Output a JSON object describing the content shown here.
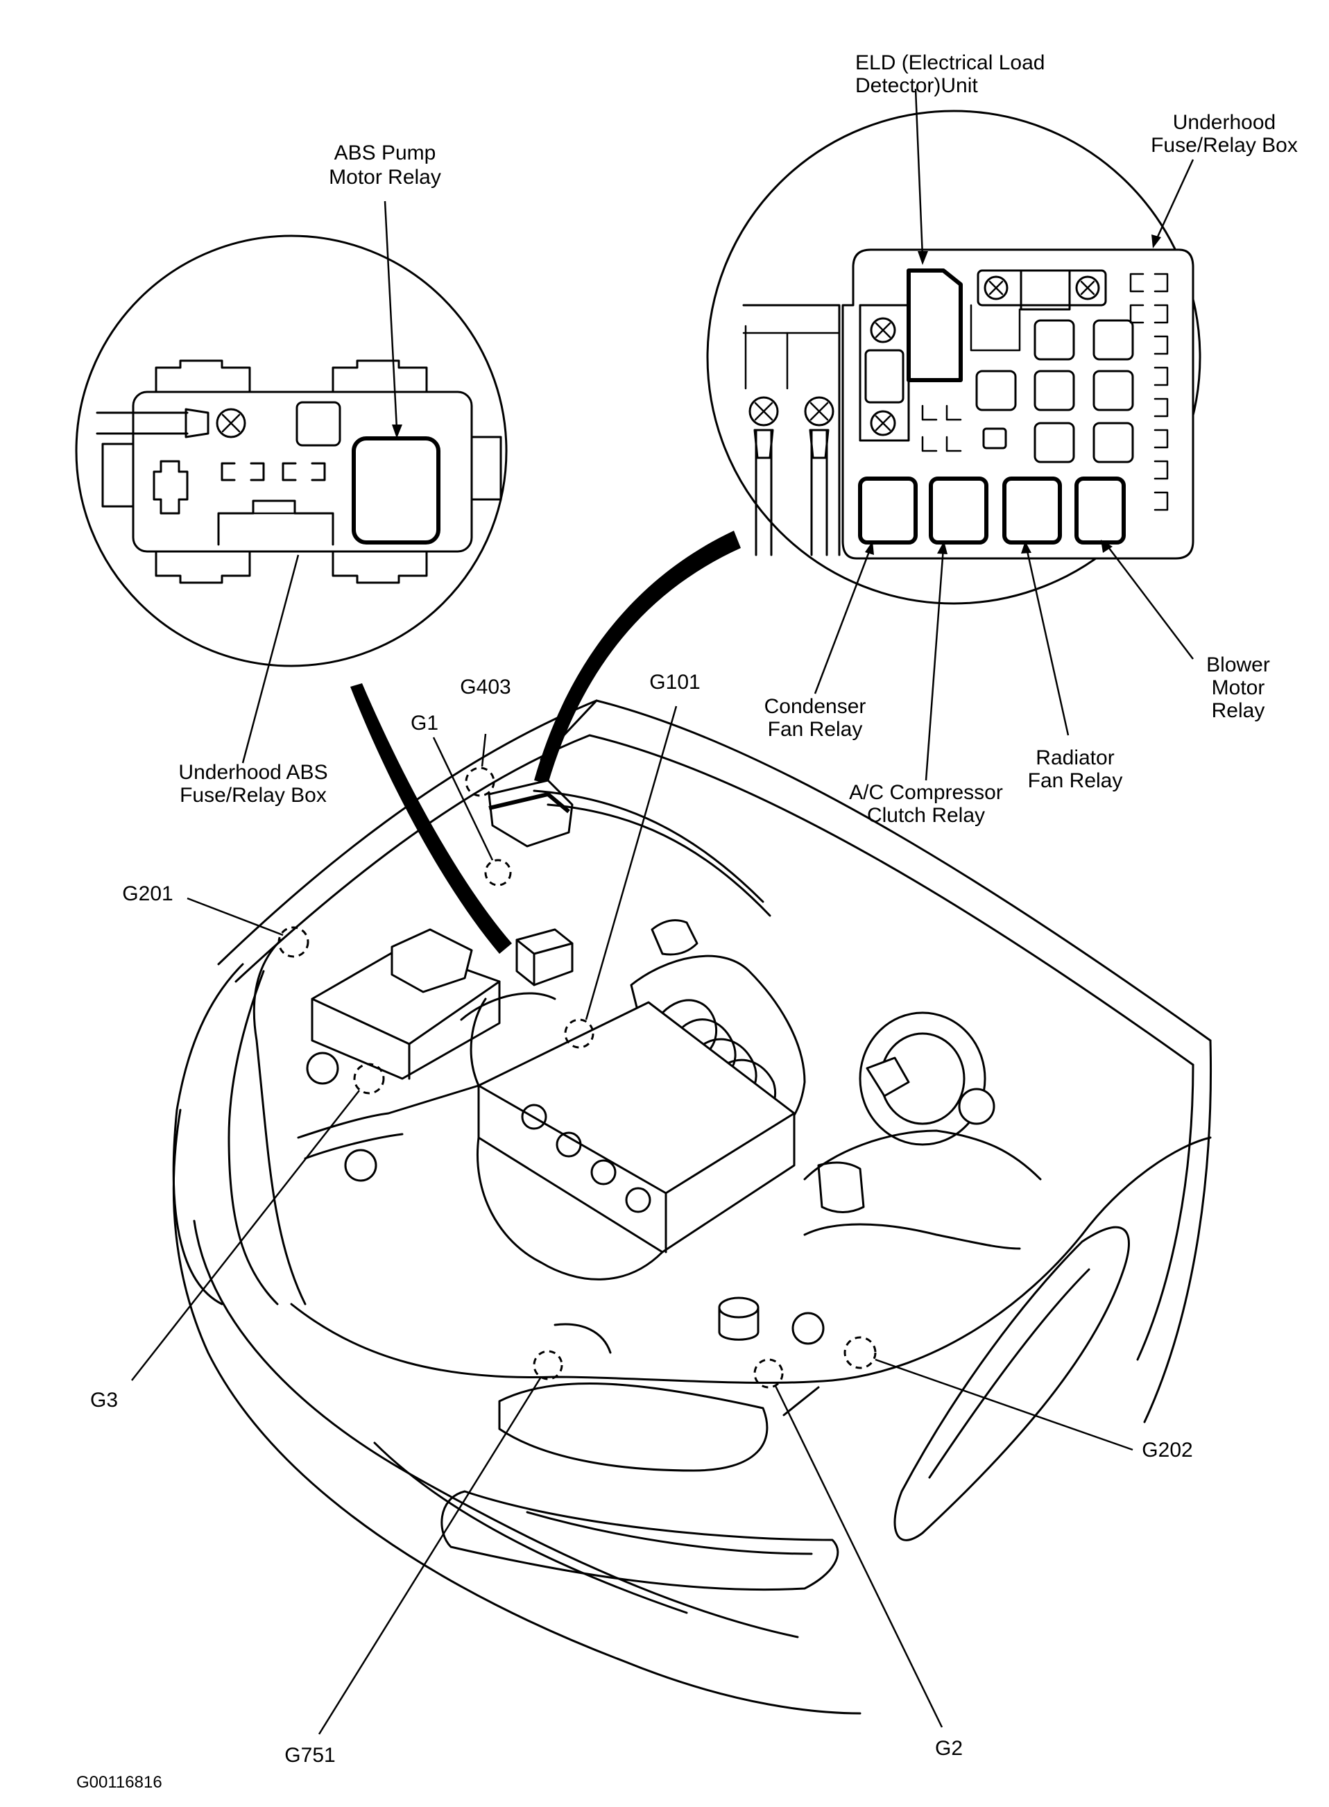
{
  "labels": {
    "abs_pump_motor_relay": [
      "ABS Pump",
      "Motor Relay"
    ],
    "eld_unit": [
      "ELD (Electrical Load",
      "Detector)Unit"
    ],
    "underhood_fuse_relay_box": [
      "Underhood",
      "Fuse/Relay Box"
    ],
    "underhood_abs_fuse_relay_box": [
      "Underhood ABS",
      "Fuse/Relay Box"
    ],
    "condenser_fan_relay": [
      "Condenser",
      "Fan Relay"
    ],
    "ac_compressor_clutch_relay": [
      "A/C Compressor",
      "Clutch Relay"
    ],
    "radiator_fan_relay": [
      "Radiator",
      "Fan Relay"
    ],
    "blower_motor_relay": [
      "Blower",
      "Motor",
      "Relay"
    ]
  },
  "grounds": {
    "g403": "G403",
    "g1": "G1",
    "g101": "G101",
    "g201": "G201",
    "g3": "G3",
    "g202": "G202",
    "g751": "G751",
    "g2": "G2"
  },
  "figure_code": "G00116816"
}
